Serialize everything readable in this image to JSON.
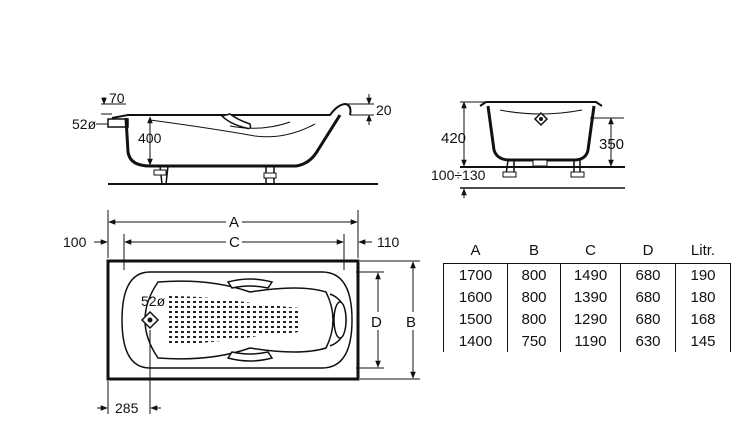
{
  "side_view": {
    "dim_rim": "70",
    "dim_drain": "52ø",
    "dim_depth": "400",
    "dim_edge": "20"
  },
  "end_view": {
    "dim_total": "420",
    "dim_inner": "350",
    "dim_legs": "100÷130"
  },
  "top_view": {
    "dim_a": "A",
    "dim_c": "C",
    "dim_left": "100",
    "dim_right": "110",
    "dim_d": "D",
    "dim_b": "B",
    "dim_drain": "52ø",
    "dim_drain_offset": "285"
  },
  "table": {
    "headers": [
      "A",
      "B",
      "C",
      "D",
      "Litr."
    ],
    "rows": [
      [
        "1700",
        "800",
        "1490",
        "680",
        "190"
      ],
      [
        "1600",
        "800",
        "1390",
        "680",
        "180"
      ],
      [
        "1500",
        "800",
        "1290",
        "680",
        "168"
      ],
      [
        "1400",
        "750",
        "1190",
        "630",
        "145"
      ]
    ]
  }
}
